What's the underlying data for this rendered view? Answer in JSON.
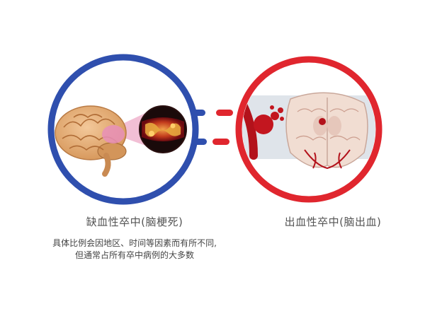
{
  "left": {
    "title": "缺血性卒中(脑梗死)",
    "desc_line1": "具体比例会因地区、时间等因素而有所不同,",
    "desc_line2": "但通常占所有卒中病例的大多数"
  },
  "right": {
    "title": "出血性卒中(脑出血)"
  },
  "colors": {
    "blue_ring": "#2f4fae",
    "red_ring": "#e0262e",
    "brain": "#e9b27b",
    "blood": "#b3121b"
  },
  "icons": {
    "left": "brain-with-blocked-vessel-icon",
    "right": "brain-cross-section-hemorrhage-icon"
  }
}
